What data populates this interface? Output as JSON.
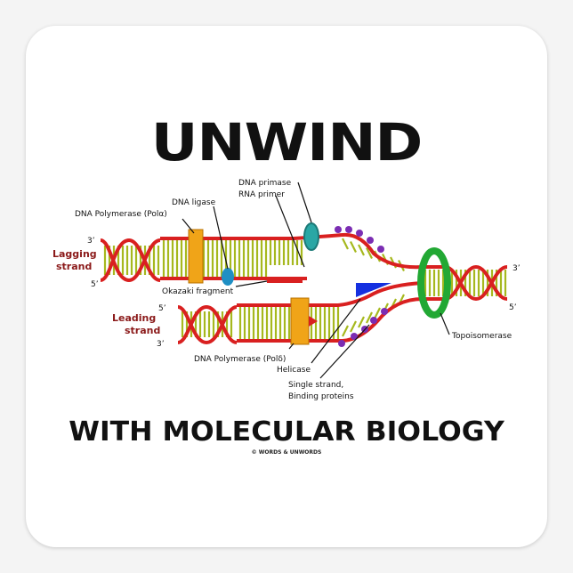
{
  "title": "UNWIND",
  "subtitle": "WITH MOLECULAR BIOLOGY",
  "copyright": "© WORDS & UNWORDS",
  "labels": {
    "dna_primase": "DNA primase",
    "rna_primer": "RNA primer",
    "dna_ligase": "DNA ligase",
    "dna_polymerase_alpha": "DNA Polymerase (Polα)",
    "lagging_strand_1": "Lagging",
    "lagging_strand_2": "strand",
    "okazaki_fragment": "Okazaki fragment",
    "leading_strand_1": "Leading",
    "leading_strand_2": "strand",
    "dna_polymerase_delta": "DNA Polymerase (Polδ)",
    "helicase": "Helicase",
    "ssb_1": "Single strand,",
    "ssb_2": "Binding proteins",
    "topoisomerase": "Topoisomerase",
    "prime3_left_top": "3’",
    "prime5_left_top": "5’",
    "prime5_left_bottom": "5’",
    "prime3_left_bottom": "3’",
    "prime3_right": "3’",
    "prime5_right": "5’"
  },
  "colors": {
    "backbone": "#d92020",
    "rungs": "#a6b81e",
    "label_red": "#8b1a1a",
    "polymerase": "#f0a418",
    "primase": "#2aa7a5",
    "topoisomerase": "#22a834",
    "helicase": "#1530e0",
    "ssb": "#7b2db3",
    "ligase": "#1f8fc4"
  }
}
